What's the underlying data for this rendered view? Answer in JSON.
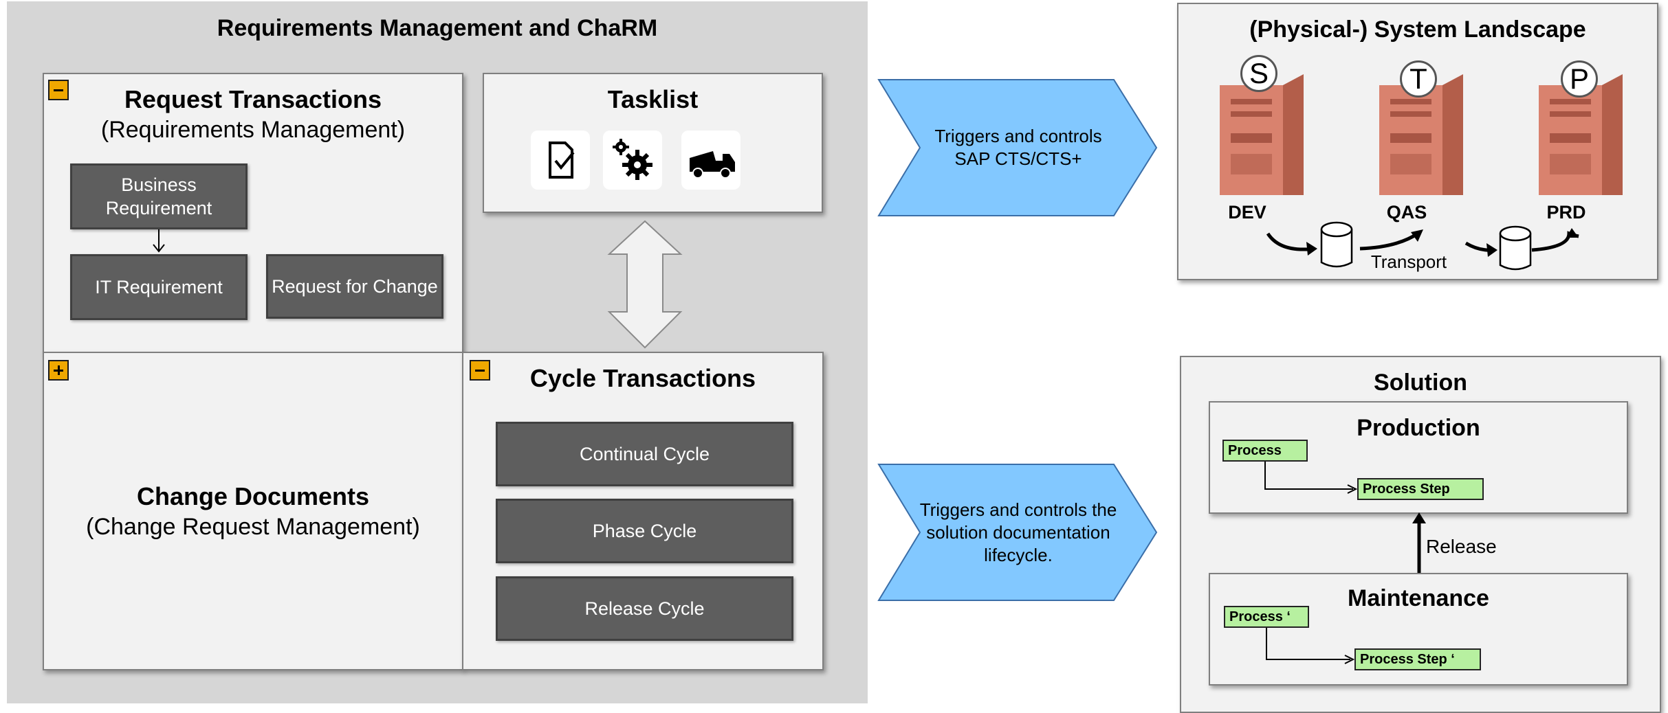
{
  "left_panel": {
    "title": "Requirements Management and ChaRM",
    "request_transactions": {
      "title": "Request Transactions",
      "subtitle": "(Requirements Management)",
      "items": [
        "Business Requirement",
        "IT Requirement",
        "Request for Change"
      ]
    },
    "tasklist": {
      "title": "Tasklist",
      "icons": [
        "checklist-icon",
        "gears-icon",
        "truck-icon"
      ]
    },
    "change_documents": {
      "title": "Change Documents",
      "subtitle": "(Change Request Management)"
    },
    "cycle_transactions": {
      "title": "Cycle Transactions",
      "items": [
        "Continual Cycle",
        "Phase Cycle",
        "Release Cycle"
      ]
    }
  },
  "chevrons": [
    {
      "text": "Triggers and controls SAP CTS/CTS+"
    },
    {
      "text": "Triggers and controls the solution documentation lifecycle."
    }
  ],
  "landscape": {
    "title": "(Physical-) System Landscape",
    "servers": [
      {
        "badge": "S",
        "label": "DEV"
      },
      {
        "badge": "T",
        "label": "QAS"
      },
      {
        "badge": "P",
        "label": "PRD"
      }
    ],
    "transport_label": "Transport"
  },
  "solution": {
    "title": "Solution",
    "production": {
      "title": "Production",
      "process": "Process",
      "process_step": "Process Step"
    },
    "release_label": "Release",
    "maintenance": {
      "title": "Maintenance",
      "process": "Process ‘",
      "process_step": "Process Step ‘"
    }
  },
  "colors": {
    "panel_bg": "#d6d6d6",
    "box_bg": "#f2f2f2",
    "dark_box": "#5e5e5e",
    "toggle": "#f0a800",
    "chevron": "#82c8ff",
    "green": "#b7f0a0",
    "server": "#d9826e"
  }
}
